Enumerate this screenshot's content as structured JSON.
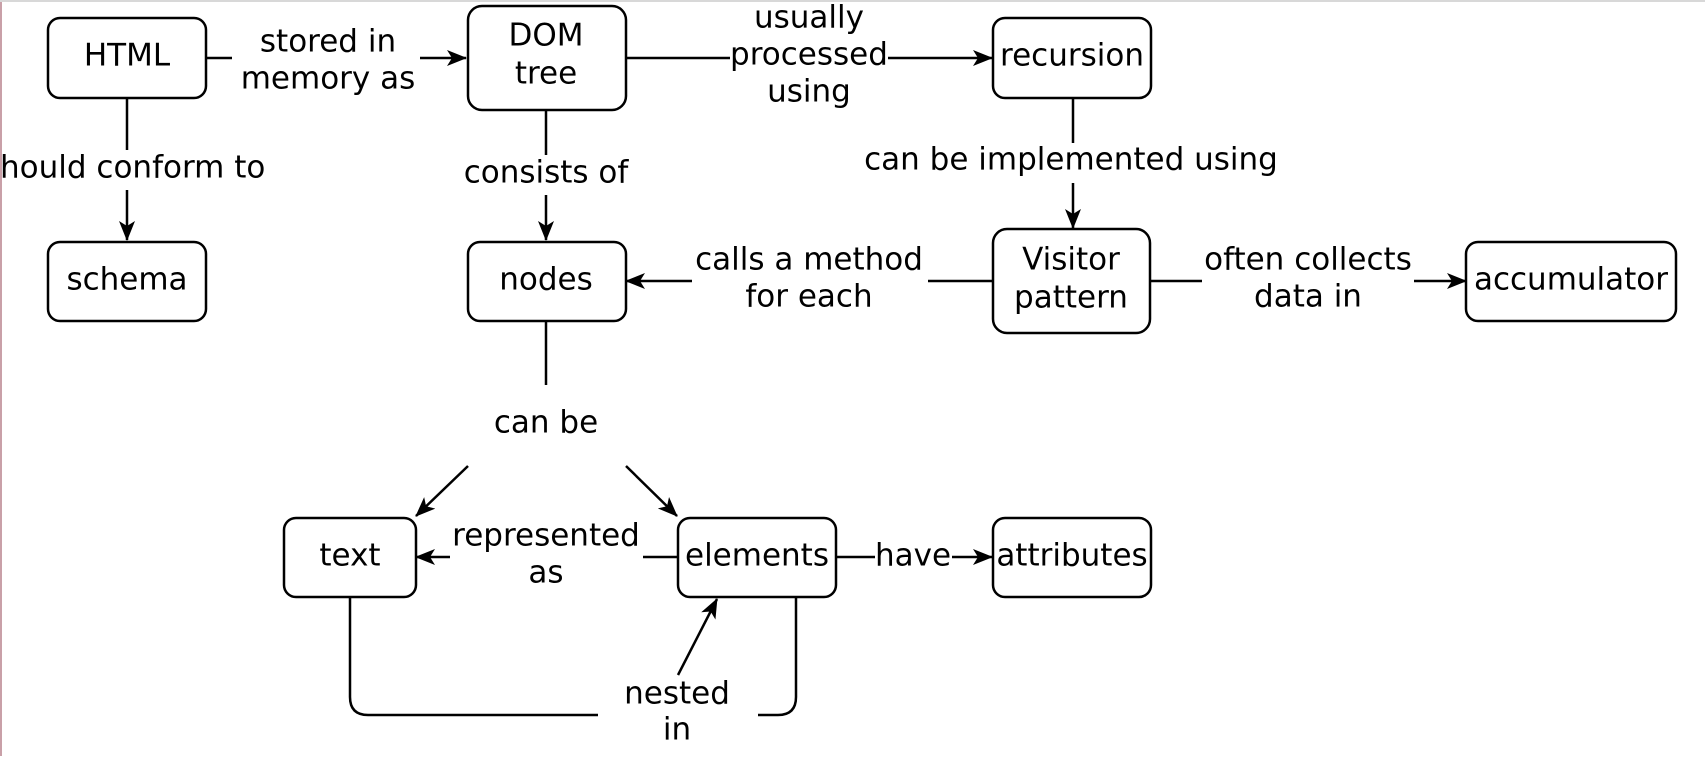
{
  "colors": {
    "background": "#ffffff",
    "stroke": "#000000",
    "text": "#000000"
  },
  "nodes": {
    "html": "HTML",
    "dom_tree": [
      "DOM",
      "tree"
    ],
    "recursion": "recursion",
    "schema": "schema",
    "nodes": "nodes",
    "visitor_pattern": [
      "Visitor",
      "pattern"
    ],
    "accumulator": "accumulator",
    "text": "text",
    "elements": "elements",
    "attributes": "attributes"
  },
  "edges": {
    "html_dom": [
      "stored in",
      "memory as"
    ],
    "dom_recursion": [
      "usually",
      "processed",
      "using"
    ],
    "html_schema": "hould conform to",
    "dom_nodes": "consists of",
    "recursion_visitor": "can be implemented using",
    "visitor_nodes": [
      "calls a method",
      "for each"
    ],
    "visitor_accumulator": [
      "often collects",
      "data in"
    ],
    "nodes_can_be": "can be",
    "elements_text": [
      "represented",
      "as"
    ],
    "elements_attributes": "have",
    "text_elements_nested": [
      "nested",
      "in"
    ]
  }
}
